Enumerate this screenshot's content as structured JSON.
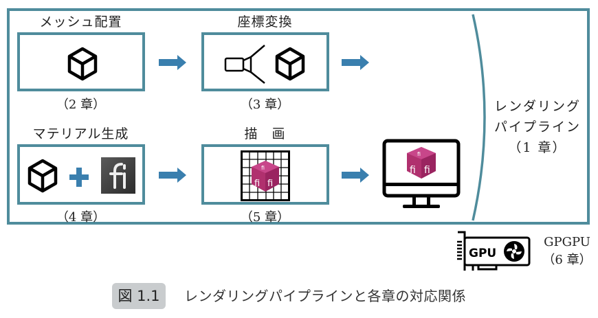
{
  "figure": {
    "stages": [
      {
        "id": "mesh",
        "title": "メッシュ配置",
        "chapter": "（2 章）",
        "icons": [
          "cube-icon"
        ]
      },
      {
        "id": "transform",
        "title": "座標変換",
        "chapter": "（3 章）",
        "icons": [
          "camera-icon",
          "cube-icon"
        ]
      },
      {
        "id": "material",
        "title": "マテリアル生成",
        "chapter": "（4 章）",
        "icons": [
          "cube-icon",
          "plus-icon",
          "texture-icon"
        ]
      },
      {
        "id": "render",
        "title": "描　画",
        "chapter": "（5 章）",
        "icons": [
          "grid-icon",
          "textured-cube-icon"
        ]
      }
    ],
    "output": {
      "icon": "monitor-icon",
      "content_icon": "textured-cube-icon"
    },
    "pipeline": {
      "line1": "レンダリング",
      "line2": "パイプライン",
      "chapter": "（1 章）"
    },
    "gpgpu": {
      "title": "GPGPU",
      "chapter": "（6 章）",
      "icon_text": "GPU",
      "icon": "gpu-card-icon"
    },
    "caption": {
      "badge": "図 1.1",
      "text": "レンダリングパイプラインと各章の対応関係"
    },
    "colors": {
      "frame": "#4f8c9c",
      "arrow": "#3a7fae",
      "plus": "#3a7fae",
      "texture_bg": "#3c3c3c",
      "cube_magenta": "#b0306e",
      "caption_badge": "#c9ccce"
    }
  }
}
